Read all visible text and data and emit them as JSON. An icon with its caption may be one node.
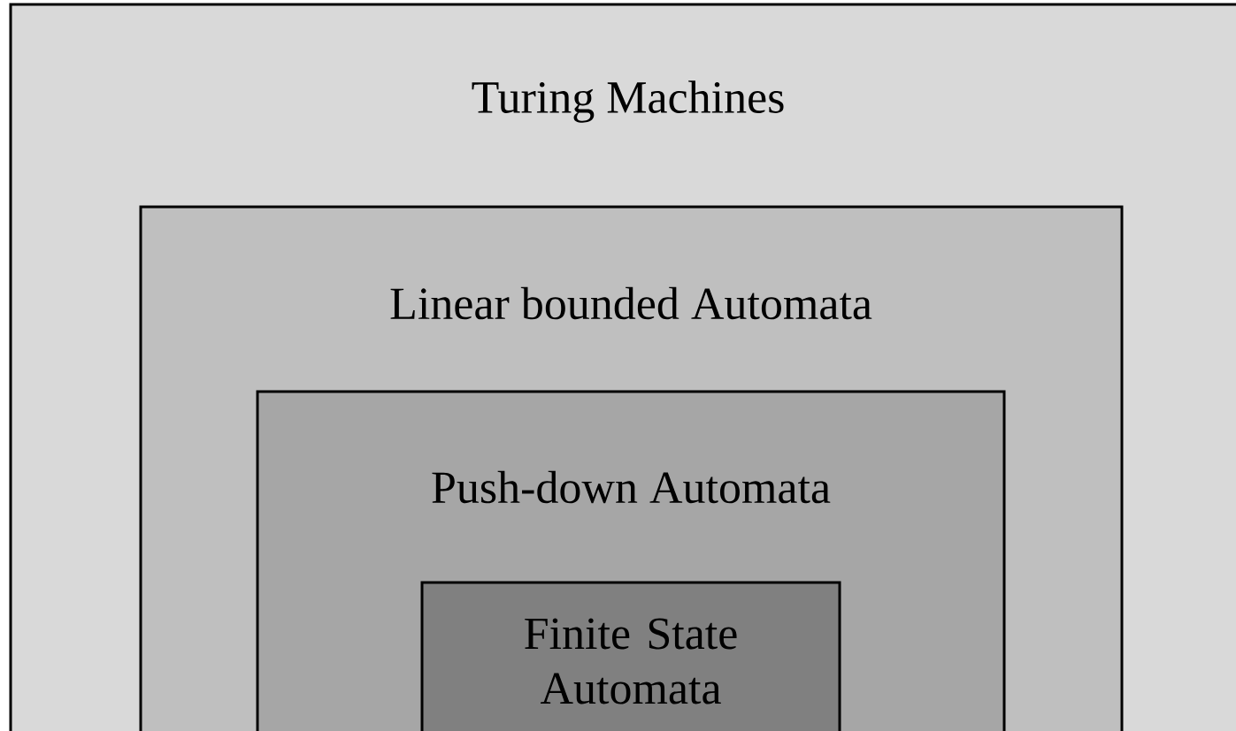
{
  "diagram": {
    "nodes": [
      {
        "text": [
          "Turing Machines"
        ]
      },
      {
        "text": [
          "Linear bounded Automata"
        ],
        "in": 0
      },
      {
        "text": [
          "Push-down Automata"
        ],
        "in": 1
      },
      {
        "text": [
          "Finite State Automata"
        ],
        "in": 2
      }
    ]
  }
}
